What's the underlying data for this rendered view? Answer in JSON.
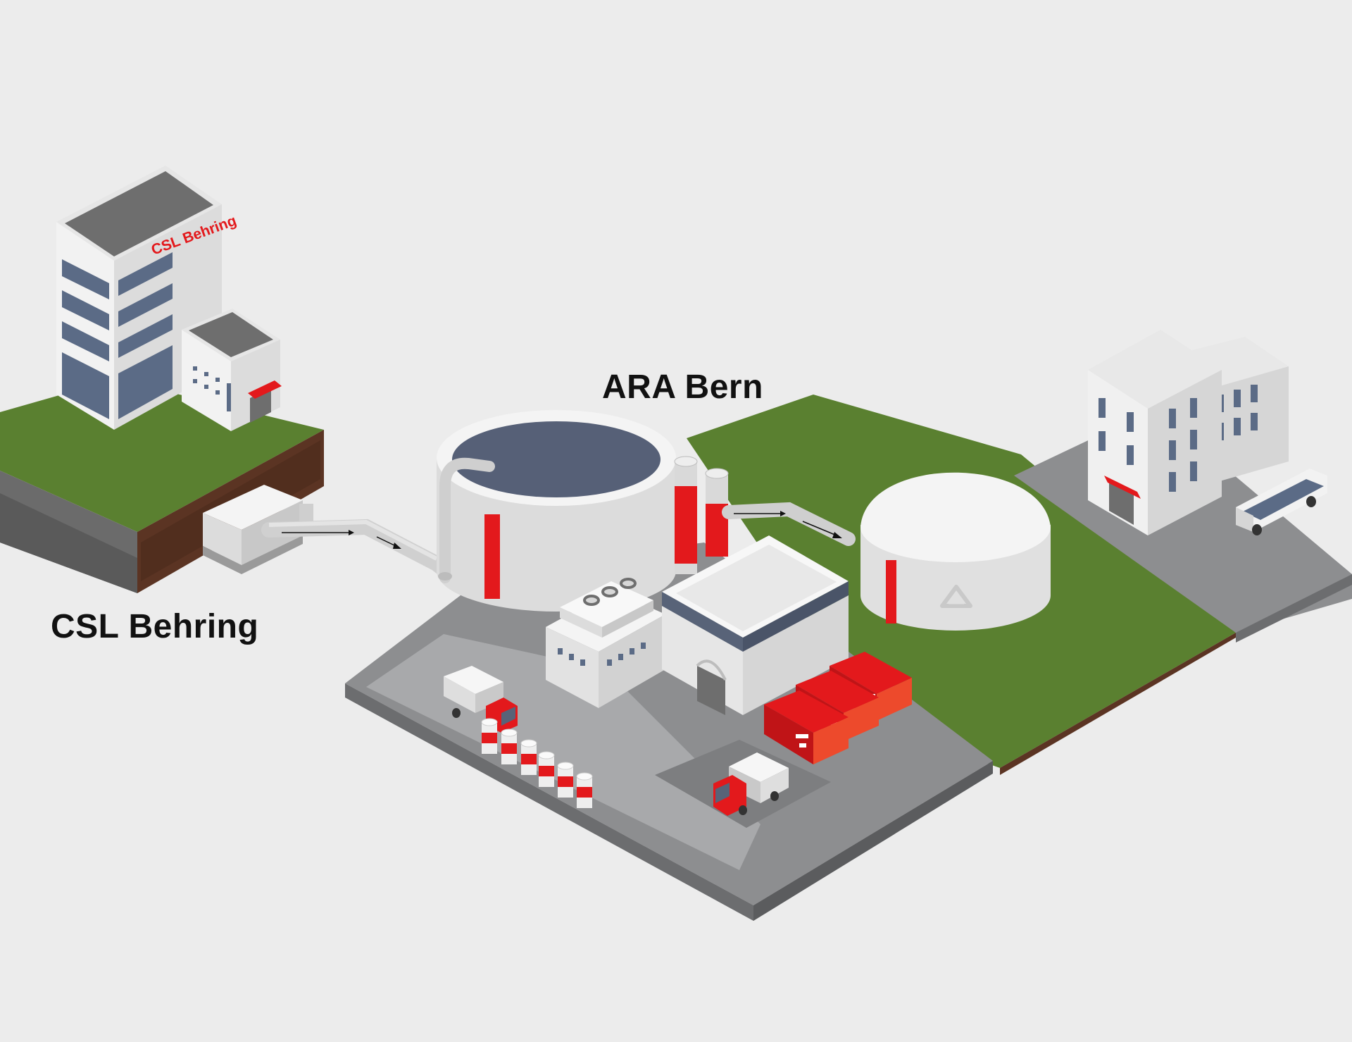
{
  "labels": {
    "source_site": "CSL Behring",
    "treatment_plant": "ARA Bern",
    "building_sign": "CSL Behring"
  },
  "icons": {
    "digester": "recycle-icon",
    "flow": "arrow-right-icon"
  },
  "colors": {
    "background": "#ececec",
    "grass": "#5a8030",
    "accent_red": "#e3191c",
    "pavement": "#8d8e90",
    "tank_liquid": "#566077"
  }
}
